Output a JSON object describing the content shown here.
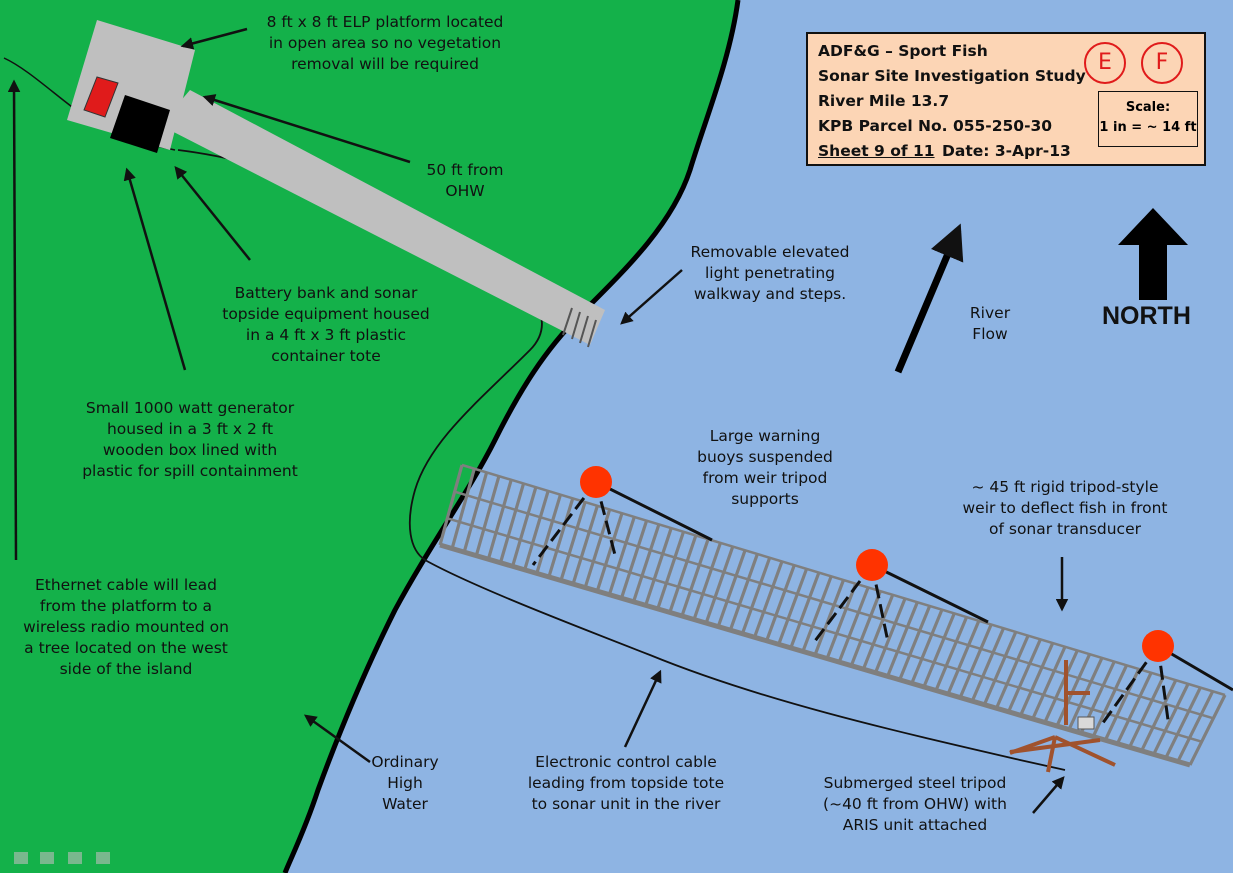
{
  "colors": {
    "land": "#14b14a",
    "water": "#8eb4e3",
    "platform": "#bfbfbf",
    "weir": "#7f7f7f",
    "buoy": "#ff3300",
    "tripod": "#a0522d",
    "accent_red": "#e01b1b",
    "title_bg": "#fcd5b5"
  },
  "title_block": {
    "line1": "ADF&G – Sport Fish",
    "line2": "Sonar Site Investigation Study",
    "line3": "River Mile 13.7",
    "line4": "KPB Parcel No. 055-250-30",
    "sheet": "Sheet 9 of 11",
    "date": "Date: 3-Apr-13",
    "badge_e": "E",
    "badge_f": "F",
    "scale_title": "Scale:",
    "scale_value": "1 in = ~ 14 ft"
  },
  "north_label": "NORTH",
  "labels": {
    "platform": [
      "8 ft x 8 ft ELP platform located",
      "in open area so no vegetation",
      "removal will be required"
    ],
    "distance": [
      "50 ft from",
      "OHW"
    ],
    "walkway": [
      "Removable elevated",
      "light penetrating",
      "walkway and steps."
    ],
    "battery": [
      "Battery bank and sonar",
      "topside equipment housed",
      "in a 4 ft x 3 ft plastic",
      "container tote"
    ],
    "river_flow": [
      "River",
      "Flow"
    ],
    "generator": [
      "Small 1000 watt generator",
      "housed in a 3 ft x 2 ft",
      "wooden box lined with",
      "plastic for spill containment"
    ],
    "buoys": [
      "Large warning",
      "buoys suspended",
      "from weir tripod",
      "supports"
    ],
    "weir": [
      "~ 45 ft rigid tripod-style",
      "weir to deflect fish in front",
      "of sonar transducer"
    ],
    "ethernet": [
      "Ethernet cable will lead",
      "from the platform to a",
      "wireless radio mounted on",
      "a tree located on the west",
      "side of the island"
    ],
    "ohw": [
      "Ordinary",
      "High",
      "Water"
    ],
    "control_cable": [
      "Electronic control cable",
      "leading from topside tote",
      "to sonar unit in the river"
    ],
    "tripod": [
      "Submerged steel tripod",
      "(~40 ft from OHW) with",
      "ARIS unit attached"
    ]
  }
}
